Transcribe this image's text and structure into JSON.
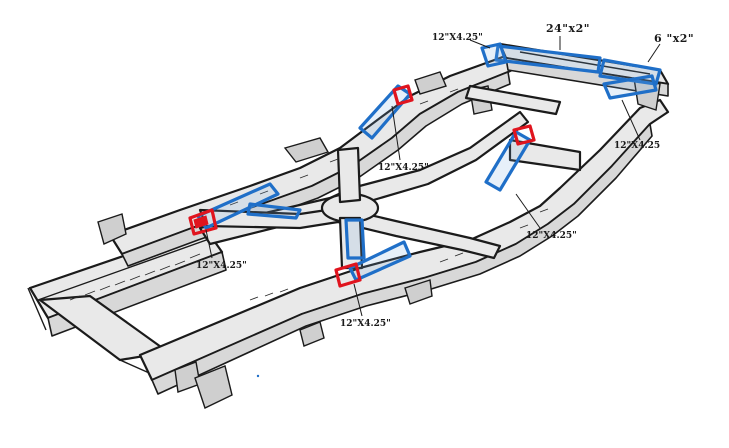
{
  "colors": {
    "reinforcement_plate": "#1f6fc8",
    "weld_joint": "#e0141e",
    "frame_line": "#1b1b1b"
  },
  "labels": {
    "rear_crossmember_top": "24\"x2\"",
    "rear_corner": "6 \"x2\"",
    "rear_left_rail": "12\"X4.25\"",
    "rear_right_rail": "12\"X4.25",
    "mid_left_rail": "12\"X4.25\"",
    "mid_right_rail": "12\"X4.25\"",
    "front_left_rail": "12\"X4.25\"",
    "front_right_rail": "12\"X4.25\""
  }
}
